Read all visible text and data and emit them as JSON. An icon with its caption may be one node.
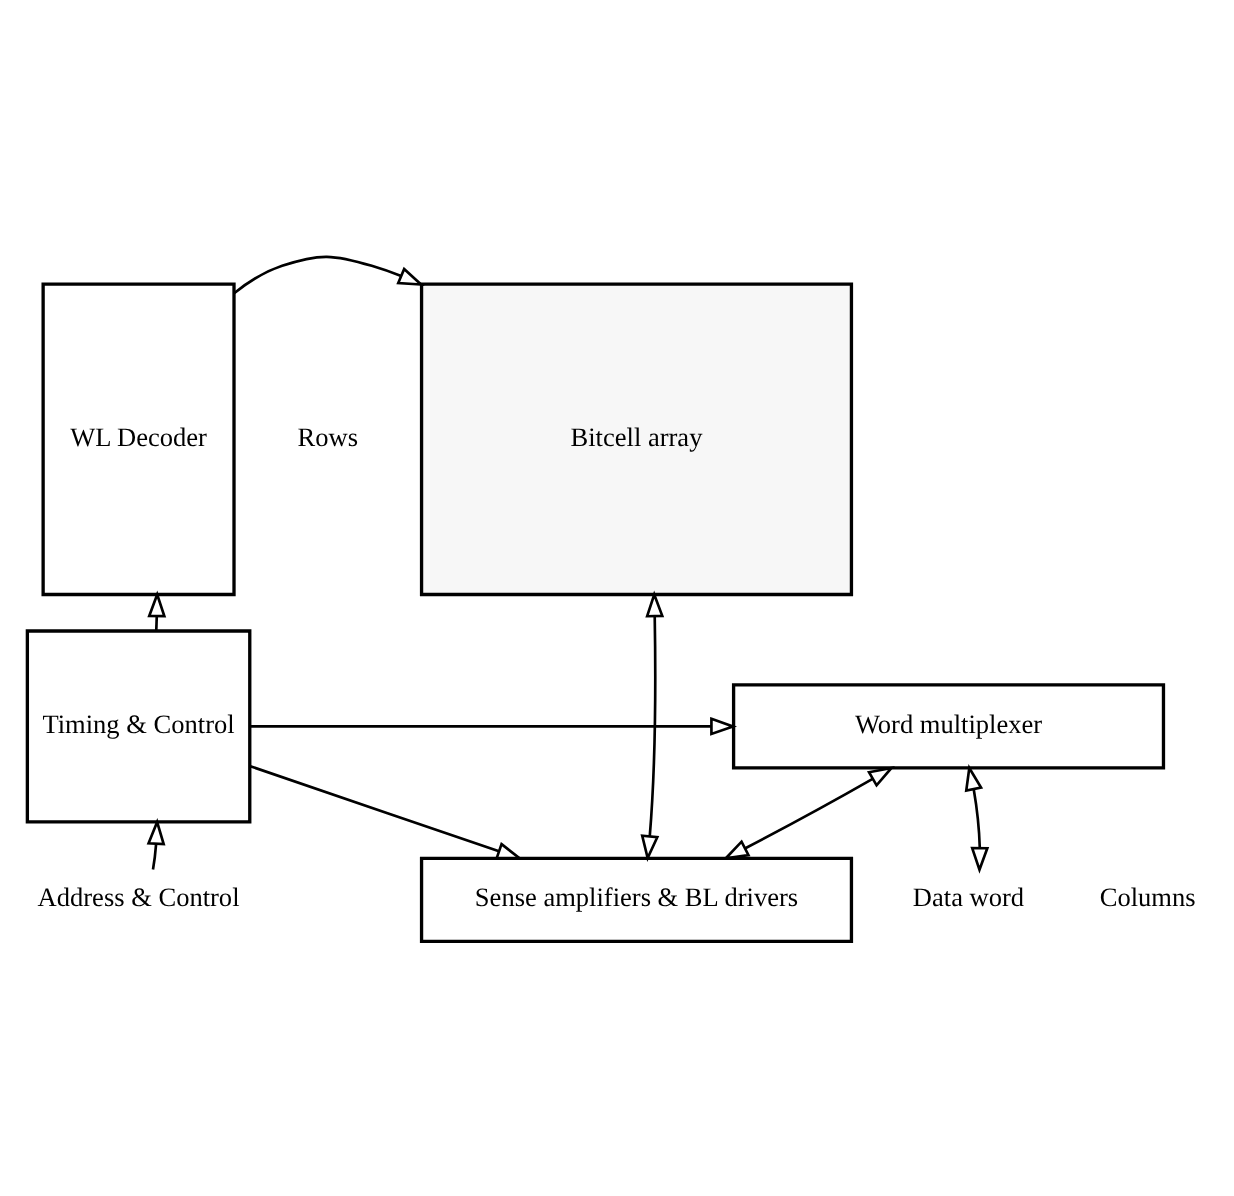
{
  "diagram": {
    "nodes": [
      {
        "text": [
          "WL Decoder"
        ]
      },
      {
        "text": [
          "Bitcell array"
        ]
      },
      {
        "text": [
          "Timing & Control"
        ]
      },
      {
        "text": [
          "Sense amplifiers & BL drivers"
        ]
      },
      {
        "text": [
          "Word multiplexer"
        ]
      },
      {
        "text": [
          "Address & Control"
        ]
      },
      {
        "text": [
          "Data word"
        ]
      }
    ],
    "edges": [
      {
        "from": 0,
        "to": 1,
        "arrow": "to"
      },
      {
        "from": 2,
        "to": 0,
        "arrow": "to"
      },
      {
        "from": 2,
        "to": 3,
        "arrow": "to"
      },
      {
        "from": 2,
        "to": 4,
        "arrow": "to"
      },
      {
        "from": 1,
        "to": 3,
        "arrow": "both"
      },
      {
        "from": 3,
        "to": 4,
        "arrow": "both"
      },
      {
        "from": 5,
        "to": 2,
        "arrow": "to"
      },
      {
        "from": 4,
        "to": 6,
        "arrow": "both"
      }
    ],
    "labels": [
      "Rows",
      "Columns"
    ]
  }
}
